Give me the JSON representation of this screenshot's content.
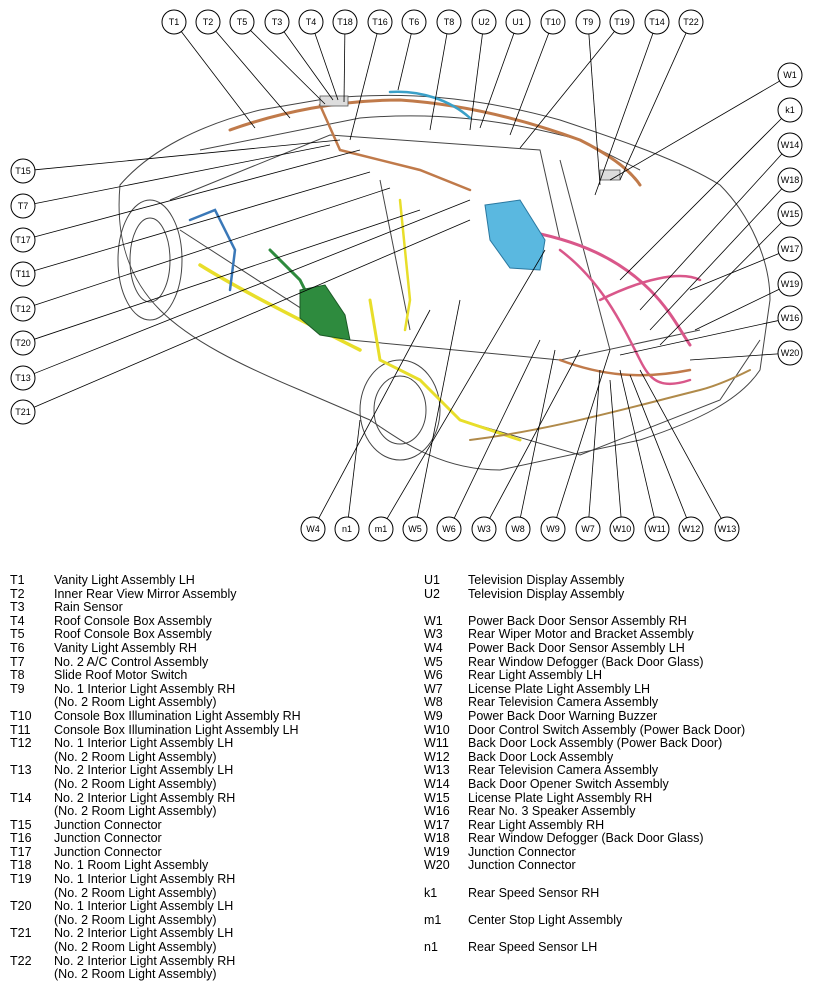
{
  "diagram": {
    "top_callouts": [
      "T1",
      "T2",
      "T5",
      "T3",
      "T4",
      "T18",
      "T16",
      "T6",
      "T8",
      "U2",
      "U1",
      "T10",
      "T9",
      "T19",
      "T14",
      "T22"
    ],
    "left_callouts": [
      "T15",
      "T7",
      "T17",
      "T11",
      "T12",
      "T20",
      "T13",
      "T21"
    ],
    "right_callouts": [
      "W1",
      "k1",
      "W14",
      "W18",
      "W15",
      "W17",
      "W19",
      "W16",
      "W20"
    ],
    "bottom_callouts": [
      "W4",
      "n1",
      "m1",
      "W5",
      "W6",
      "W3",
      "W8",
      "W9",
      "W7",
      "W10",
      "W11",
      "W12",
      "W13"
    ],
    "colors": {
      "wire_brown": "#c07a4a",
      "wire_pink": "#d9578a",
      "wire_yellow": "#e8de2a",
      "wire_green": "#2e8b3e",
      "wire_blue": "#3a78b8",
      "wire_cyan": "#3ab0d8",
      "outline": "#333333"
    }
  },
  "legend_left": [
    {
      "code": "T1",
      "desc": "Vanity Light Assembly LH"
    },
    {
      "code": "T2",
      "desc": "Inner Rear View Mirror Assembly"
    },
    {
      "code": "T3",
      "desc": "Rain Sensor"
    },
    {
      "code": "T4",
      "desc": "Roof Console Box Assembly"
    },
    {
      "code": "T5",
      "desc": "Roof Console Box Assembly"
    },
    {
      "code": "T6",
      "desc": "Vanity Light Assembly RH"
    },
    {
      "code": "T7",
      "desc": "No. 2 A/C Control Assembly"
    },
    {
      "code": "T8",
      "desc": "Slide Roof Motor Switch"
    },
    {
      "code": "T9",
      "desc": "No. 1 Interior Light Assembly RH"
    },
    {
      "code": "",
      "desc": "(No. 2 Room Light Assembly)"
    },
    {
      "code": "T10",
      "desc": "Console Box Illumination Light Assembly RH"
    },
    {
      "code": "T11",
      "desc": "Console Box Illumination Light Assembly LH"
    },
    {
      "code": "T12",
      "desc": "No. 1 Interior Light Assembly LH"
    },
    {
      "code": "",
      "desc": "(No. 2 Room Light Assembly)"
    },
    {
      "code": "T13",
      "desc": "No. 2 Interior Light Assembly LH"
    },
    {
      "code": "",
      "desc": "(No. 2 Room Light Assembly)"
    },
    {
      "code": "T14",
      "desc": "No. 2 Interior Light Assembly RH"
    },
    {
      "code": "",
      "desc": "(No. 2 Room Light Assembly)"
    },
    {
      "code": "T15",
      "desc": "Junction Connector"
    },
    {
      "code": "T16",
      "desc": "Junction Connector"
    },
    {
      "code": "T17",
      "desc": "Junction Connector"
    },
    {
      "code": "T18",
      "desc": "No. 1 Room Light Assembly"
    },
    {
      "code": "T19",
      "desc": "No. 1 Interior Light Assembly RH"
    },
    {
      "code": "",
      "desc": "(No. 2 Room Light Assembly)"
    },
    {
      "code": "T20",
      "desc": "No. 1 Interior Light Assembly LH"
    },
    {
      "code": "",
      "desc": "(No. 2 Room Light Assembly)"
    },
    {
      "code": "T21",
      "desc": "No. 2 Interior Light Assembly LH"
    },
    {
      "code": "",
      "desc": "(No. 2 Room Light Assembly)"
    },
    {
      "code": "T22",
      "desc": "No. 2 Interior Light Assembly RH"
    },
    {
      "code": "",
      "desc": "(No. 2 Room Light Assembly)"
    }
  ],
  "legend_right": [
    {
      "code": "U1",
      "desc": "Television Display Assembly"
    },
    {
      "code": "U2",
      "desc": "Television Display Assembly"
    },
    {
      "code": "",
      "desc": ""
    },
    {
      "code": "W1",
      "desc": "Power Back Door Sensor Assembly RH"
    },
    {
      "code": "W3",
      "desc": "Rear Wiper Motor and Bracket Assembly"
    },
    {
      "code": "W4",
      "desc": "Power Back Door Sensor Assembly LH"
    },
    {
      "code": "W5",
      "desc": "Rear Window Defogger (Back Door Glass)"
    },
    {
      "code": "W6",
      "desc": "Rear Light Assembly LH"
    },
    {
      "code": "W7",
      "desc": "License Plate Light Assembly LH"
    },
    {
      "code": "W8",
      "desc": "Rear Television Camera Assembly"
    },
    {
      "code": "W9",
      "desc": "Power Back Door Warning Buzzer"
    },
    {
      "code": "W10",
      "desc": "Door Control Switch Assembly (Power Back Door)"
    },
    {
      "code": "W11",
      "desc": "Back Door Lock Assembly (Power Back Door)"
    },
    {
      "code": "W12",
      "desc": "Back Door Lock Assembly"
    },
    {
      "code": "W13",
      "desc": "Rear Television Camera Assembly"
    },
    {
      "code": "W14",
      "desc": "Back Door Opener Switch Assembly"
    },
    {
      "code": "W15",
      "desc": "License Plate Light Assembly RH"
    },
    {
      "code": "W16",
      "desc": "Rear No. 3 Speaker Assembly"
    },
    {
      "code": "W17",
      "desc": "Rear Light Assembly RH"
    },
    {
      "code": "W18",
      "desc": "Rear Window Defogger (Back Door Glass)"
    },
    {
      "code": "W19",
      "desc": "Junction Connector"
    },
    {
      "code": "W20",
      "desc": "Junction Connector"
    },
    {
      "code": "",
      "desc": ""
    },
    {
      "code": "k1",
      "desc": "Rear Speed Sensor RH"
    },
    {
      "code": "",
      "desc": ""
    },
    {
      "code": "m1",
      "desc": "Center Stop Light Assembly"
    },
    {
      "code": "",
      "desc": ""
    },
    {
      "code": "n1",
      "desc": "Rear Speed Sensor LH"
    }
  ]
}
